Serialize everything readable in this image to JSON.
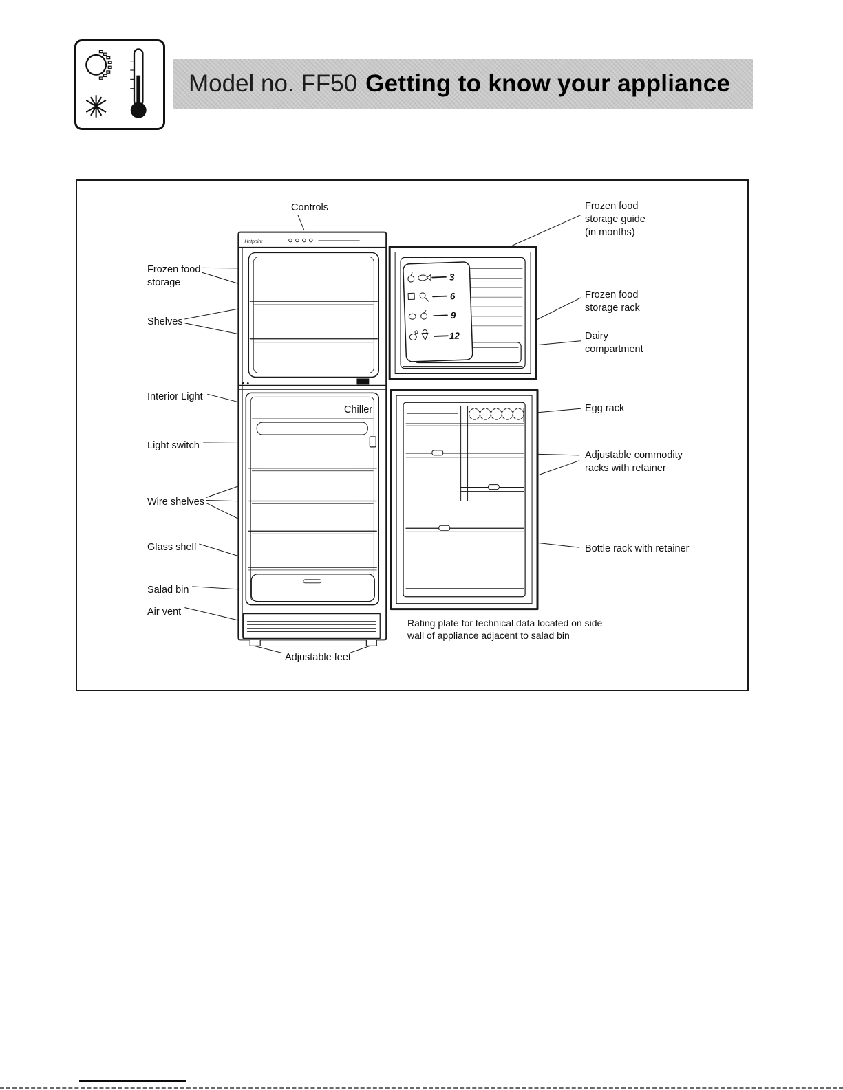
{
  "page": {
    "header": {
      "model_prefix": "Model no. FF50",
      "title": "Getting to know your appliance"
    },
    "appliance_brand": "Hotpoint"
  },
  "diagram": {
    "labels": {
      "controls": "Controls",
      "frozen_food_storage": "Frozen food\nstorage",
      "shelves": "Shelves",
      "interior_light": "Interior Light",
      "light_switch": "Light switch",
      "wire_shelves": "Wire shelves",
      "glass_shelf": "Glass shelf",
      "salad_bin": "Salad bin",
      "air_vent": "Air vent",
      "adjustable_feet": "Adjustable feet",
      "chiller": "Chiller",
      "frozen_food_storage_guide": "Frozen food\nstorage guide\n(in months)",
      "frozen_food_storage_rack": "Frozen food\nstorage rack",
      "dairy_compartment": "Dairy\ncompartment",
      "egg_rack": "Egg rack",
      "adjustable_commodity_racks": "Adjustable commodity\nracks with retainer",
      "bottle_rack": "Bottle rack with retainer",
      "rating_plate_note": "Rating plate for technical data located on side\nwall of appliance adjacent to salad bin"
    },
    "storage_guide_months": [
      "3",
      "6",
      "9",
      "12"
    ]
  }
}
